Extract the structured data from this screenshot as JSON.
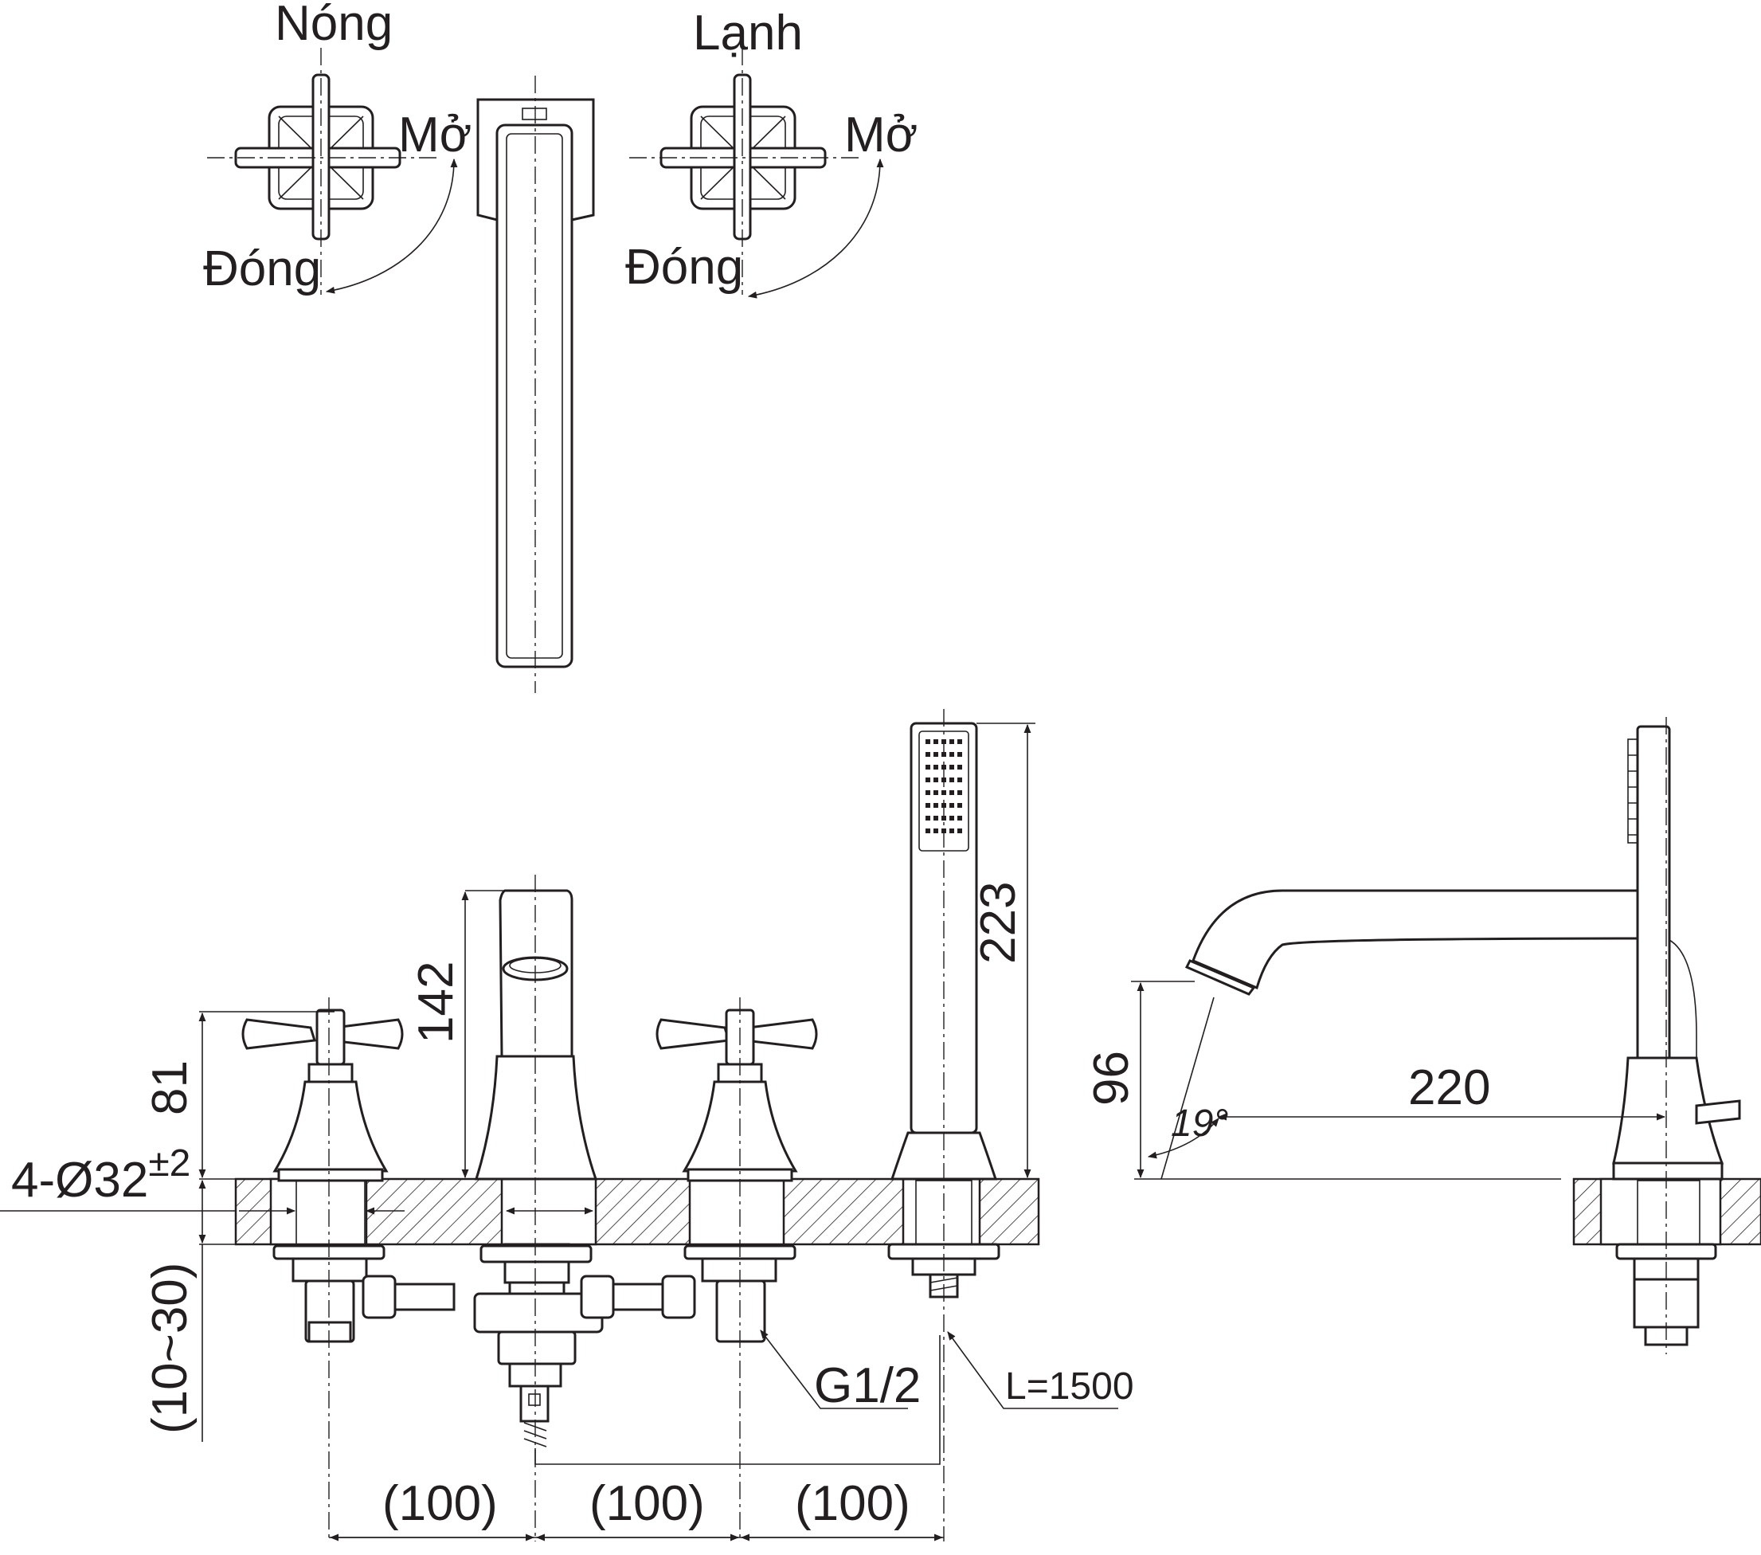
{
  "labels": {
    "hot": "Nóng",
    "cold": "Lạnh",
    "open": "Mở",
    "close": "Đóng"
  },
  "dimensions": {
    "handle_height": "81",
    "spout_height": "142",
    "hand_shower_height": "223",
    "spout_outlet_height": "96",
    "spout_reach": "220",
    "spout_angle": "19°",
    "hole_diameter_main": "4-Ø32",
    "hole_diameter_tol": "±2",
    "deck_thickness": "(10~30)",
    "spacing_1": "(100)",
    "spacing_2": "(100)",
    "spacing_3": "(100)",
    "thread": "G1/2",
    "hose_length": "L=1500"
  },
  "colors": {
    "line": "#231f20",
    "background": "#ffffff"
  }
}
